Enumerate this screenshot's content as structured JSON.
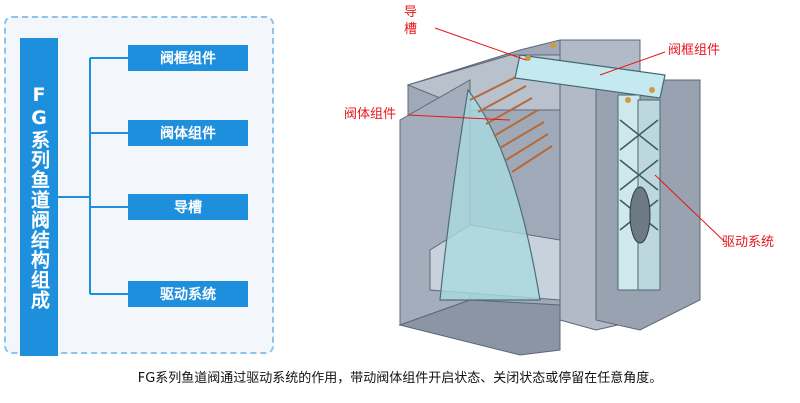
{
  "tree": {
    "root": "FG系列鱼道阀结构组成",
    "nodes": [
      "阀框组件",
      "阀体组件",
      "导槽",
      "驱动系统"
    ]
  },
  "callouts": {
    "guide_slot": "导\n槽",
    "frame": "阀框组件",
    "body": "阀体组件",
    "drive": "驱动系统"
  },
  "caption": "FG系列鱼道阀通过驱动系统的作用，带动阀体组件开启状态、关闭状态或停留在任意角度。",
  "colors": {
    "accent": "#1e8fdd",
    "callout": "#e8151b",
    "panel_border": "#8ec3ea"
  }
}
